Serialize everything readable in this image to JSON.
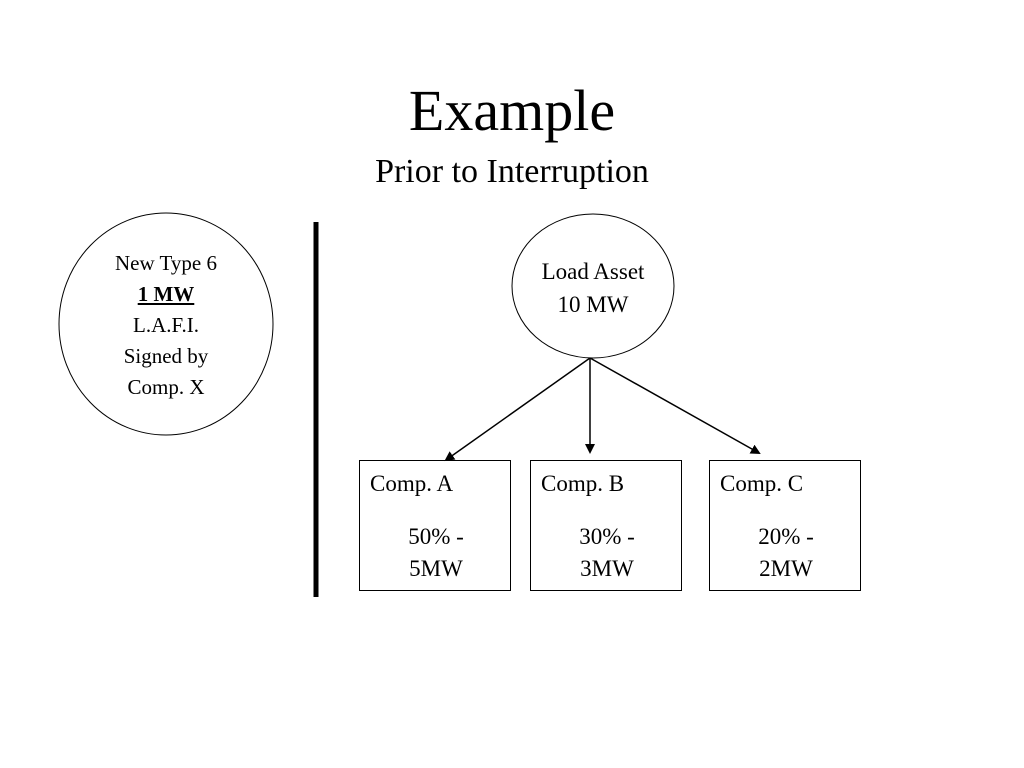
{
  "slide": {
    "title": "Example",
    "subtitle": "Prior to Interruption"
  },
  "contract": {
    "line1": "New Type 6",
    "line2": "1 MW",
    "line3": "L.A.F.I.",
    "line4": "Signed by",
    "line5": "Comp. X"
  },
  "load_asset": {
    "line1": "Load Asset",
    "line2": "10 MW"
  },
  "companies": [
    {
      "name": "Comp. A",
      "share_line1": "50% -",
      "share_line2": "5MW"
    },
    {
      "name": "Comp. B",
      "share_line1": "30% -",
      "share_line2": "3MW"
    },
    {
      "name": "Comp. C",
      "share_line1": "20% -",
      "share_line2": "2MW"
    }
  ]
}
